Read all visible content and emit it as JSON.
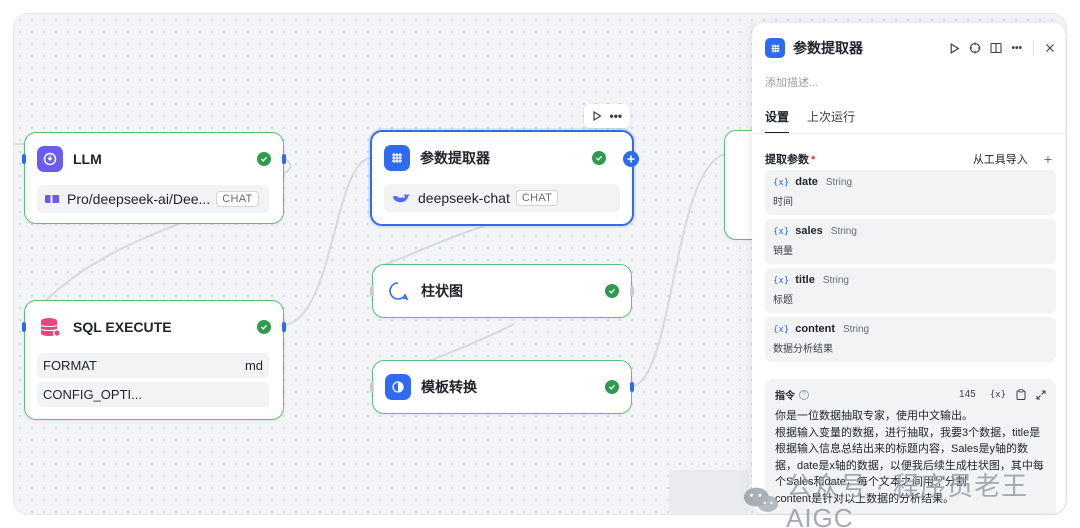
{
  "nodes": {
    "llm": {
      "title": "LLM",
      "model": "Pro/deepseek-ai/Dee...",
      "tag": "CHAT"
    },
    "sql": {
      "title": "SQL EXECUTE",
      "rows": [
        {
          "key": "FORMAT",
          "value": "md"
        },
        {
          "key": "CONFIG_OPTI...",
          "value": ""
        }
      ]
    },
    "extractor": {
      "title": "参数提取器",
      "model": "deepseek-chat",
      "tag": "CHAT"
    },
    "bar_chart": {
      "title": "柱状图"
    },
    "template": {
      "title": "模板转换"
    }
  },
  "panel": {
    "title": "参数提取器",
    "description_placeholder": "添加描述...",
    "tabs": [
      {
        "label": "设置"
      },
      {
        "label": "上次运行"
      }
    ],
    "params_section": {
      "title": "提取参数",
      "required_mark": "*",
      "import_label": "从工具导入",
      "add_label": "+"
    },
    "params": [
      {
        "name": "date",
        "type": "String",
        "desc": "时间"
      },
      {
        "name": "sales",
        "type": "String",
        "desc": "销量"
      },
      {
        "name": "title",
        "type": "String",
        "desc": "标题"
      },
      {
        "name": "content",
        "type": "String",
        "desc": "数据分析结果"
      }
    ],
    "instruction": {
      "title": "指令",
      "count": "145",
      "var_label": "{x}",
      "text": "你是一位数据抽取专家，使用中文输出。\n根据输入变量的数据，进行抽取，我要3个数据，title是根据输入信息总结出来的标题内容，Sales是y轴的数据，date是x轴的数据，以便我后续生成柱状图，其中每个Sales和date，每个文本之间用\";\"分割\ncontent是针对以上数据的分析结果。"
    }
  },
  "watermark": "公众号 · 程序员老王AIGC",
  "colors": {
    "accent": "#2f6bf0",
    "success": "#2e9b4f",
    "node_border": "#5bbf79"
  }
}
